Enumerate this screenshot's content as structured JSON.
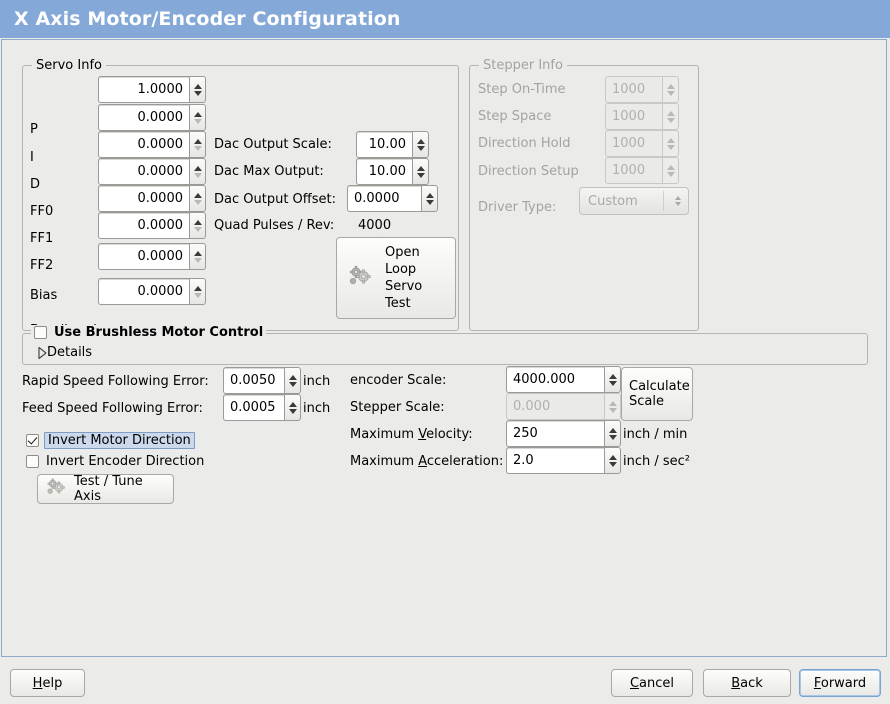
{
  "window": {
    "title": "X Axis Motor/Encoder Configuration",
    "title_bg": "#84a9d8",
    "title_fg": "#ffffff",
    "body_bg": "#ebebe9"
  },
  "servo_info": {
    "legend": "Servo Info",
    "rows": [
      {
        "label": "P",
        "value": "1.0000",
        "up_enabled": true,
        "down_enabled": true
      },
      {
        "label": "I",
        "value": "0.0000",
        "up_enabled": true,
        "down_enabled": false
      },
      {
        "label": "D",
        "value": "0.0000",
        "up_enabled": true,
        "down_enabled": false
      },
      {
        "label": "FF0",
        "value": "0.0000",
        "up_enabled": true,
        "down_enabled": false
      },
      {
        "label": "FF1",
        "value": "0.0000",
        "up_enabled": true,
        "down_enabled": false
      },
      {
        "label": "FF2",
        "value": "0.0000",
        "up_enabled": true,
        "down_enabled": false
      },
      {
        "label": "Bias",
        "value": "0.0000",
        "up_enabled": true,
        "down_enabled": false
      },
      {
        "label": "Deadband",
        "value": "0.0000",
        "up_enabled": true,
        "down_enabled": false
      }
    ],
    "dac_output_scale_label": "Dac Output Scale:",
    "dac_output_scale_value": "10.00",
    "dac_max_output_label": "Dac Max Output:",
    "dac_max_output_value": "10.00",
    "dac_output_offset_label": "Dac Output Offset:",
    "dac_output_offset_value": "0.0000",
    "quad_pulses_label": "Quad Pulses / Rev:",
    "quad_pulses_value": "4000",
    "open_loop_button": "Open\nLoop\nServo\nTest",
    "open_loop_lines": [
      "Open",
      "Loop",
      "Servo",
      "Test"
    ]
  },
  "stepper_info": {
    "legend": "Stepper Info",
    "disabled": true,
    "rows": [
      {
        "label": "Step On-Time",
        "value": "1000"
      },
      {
        "label": "Step Space",
        "value": "1000"
      },
      {
        "label": "Direction Hold",
        "value": "1000"
      },
      {
        "label": "Direction Setup",
        "value": "1000"
      }
    ],
    "driver_type_label": "Driver Type:",
    "driver_type_value": "Custom"
  },
  "brushless": {
    "checkbox_label": "Use Brushless Motor Control",
    "checked": false,
    "details_label": "Details",
    "details_expanded": false
  },
  "following_errors": {
    "rapid_label": "Rapid Speed Following Error:",
    "rapid_value": "0.0050",
    "rapid_unit": "inch",
    "feed_label": "Feed Speed Following Error:",
    "feed_value": "0.0005",
    "feed_unit": "inch"
  },
  "invert": {
    "motor_label": "Invert Motor Direction",
    "motor_checked": true,
    "motor_selected": true,
    "encoder_label": "Invert Encoder Direction",
    "encoder_checked": false
  },
  "test_tune_button": "Test / Tune Axis",
  "scales": {
    "encoder_scale_label": "encoder Scale:",
    "encoder_scale_value": "4000.000",
    "stepper_scale_label": "Stepper Scale:",
    "stepper_scale_value": "0.000",
    "stepper_scale_disabled": true,
    "calculate_button_lines": [
      "Calculate",
      "Scale"
    ],
    "max_velocity_label_pre": "Maximum ",
    "max_velocity_label_key": "V",
    "max_velocity_label_post": "elocity:",
    "max_velocity_value": "250",
    "max_velocity_unit": "inch / min",
    "max_accel_label_pre": "Maximum ",
    "max_accel_label_key": "A",
    "max_accel_label_post": "cceleration:",
    "max_accel_value": "2.0",
    "max_accel_unit": "inch / sec²"
  },
  "footer": {
    "help_pre": "",
    "help_key": "H",
    "help_post": "elp",
    "cancel_pre": "",
    "cancel_key": "C",
    "cancel_post": "ancel",
    "back_pre": "",
    "back_key": "B",
    "back_post": "ack",
    "forward_pre": "",
    "forward_key": "F",
    "forward_post": "orward",
    "forward_focused": true
  },
  "icons": {
    "gear": "gears-icon",
    "expander": "triangle-right-icon"
  }
}
